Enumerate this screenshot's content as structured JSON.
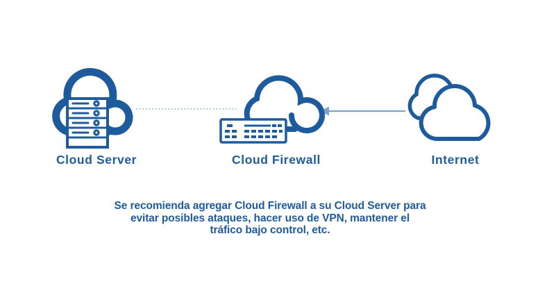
{
  "diagram": {
    "nodes": [
      {
        "id": "cloud-server",
        "label": "Cloud Server",
        "icon": "cloud-server-icon"
      },
      {
        "id": "cloud-firewall",
        "label": "Cloud Firewall",
        "icon": "cloud-firewall-icon"
      },
      {
        "id": "internet",
        "label": "Internet",
        "icon": "internet-cloud-icon"
      }
    ],
    "connections": [
      {
        "from": "cloud-server",
        "to": "cloud-firewall",
        "style": "dotted",
        "arrowhead": "none"
      },
      {
        "from": "internet",
        "to": "cloud-firewall",
        "style": "solid",
        "arrowhead": "points-left-at-firewall"
      }
    ],
    "caption_lines": [
      "Se recomienda agregar Cloud Firewall a su Cloud Server para",
      "evitar posibles ataques, hacer uso de VPN, mantener el",
      "tráfico bajo control, etc."
    ],
    "colors": {
      "primary": "#1e5b9c",
      "connector_solid": "#7fa3c8",
      "connector_dotted": "#9bb9da",
      "background": "#ffffff"
    }
  }
}
